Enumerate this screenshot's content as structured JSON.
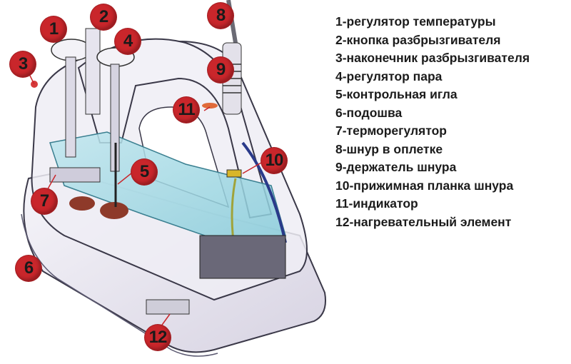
{
  "title": "Устройство утюга",
  "colors": {
    "badge": "#c9262b",
    "water": "#9fd8e4",
    "body": "#ece9f2",
    "outline": "#3a3848"
  },
  "callouts": [
    {
      "num": "1",
      "label": "регулятор температуры"
    },
    {
      "num": "2",
      "label": "кнопка разбрызгивателя"
    },
    {
      "num": "3",
      "label": "наконечник разбрызгивателя"
    },
    {
      "num": "4",
      "label": "регулятор пара"
    },
    {
      "num": "5",
      "label": "контрольная игла"
    },
    {
      "num": "6",
      "label": "подошва"
    },
    {
      "num": "7",
      "label": "терморегулятор"
    },
    {
      "num": "8",
      "label": "шнур в оплетке"
    },
    {
      "num": "9",
      "label": "держатель шнура"
    },
    {
      "num": "10",
      "label": "прижимная планка шнура"
    },
    {
      "num": "11",
      "label": "индикатор"
    },
    {
      "num": "12",
      "label": "нагревательный элемент"
    }
  ],
  "legend": [
    "1-регулятор температуры",
    "2-кнопка разбрызгивателя",
    "3-наконечник разбрызгивателя",
    "4-регулятор пара",
    "5-контрольная игла",
    "6-подошва",
    "7-терморегулятор",
    "8-шнур в оплетке",
    "9-держатель шнура",
    "10-прижимная планка шнура",
    "11-индикатор",
    "12-нагревательный элемент"
  ]
}
